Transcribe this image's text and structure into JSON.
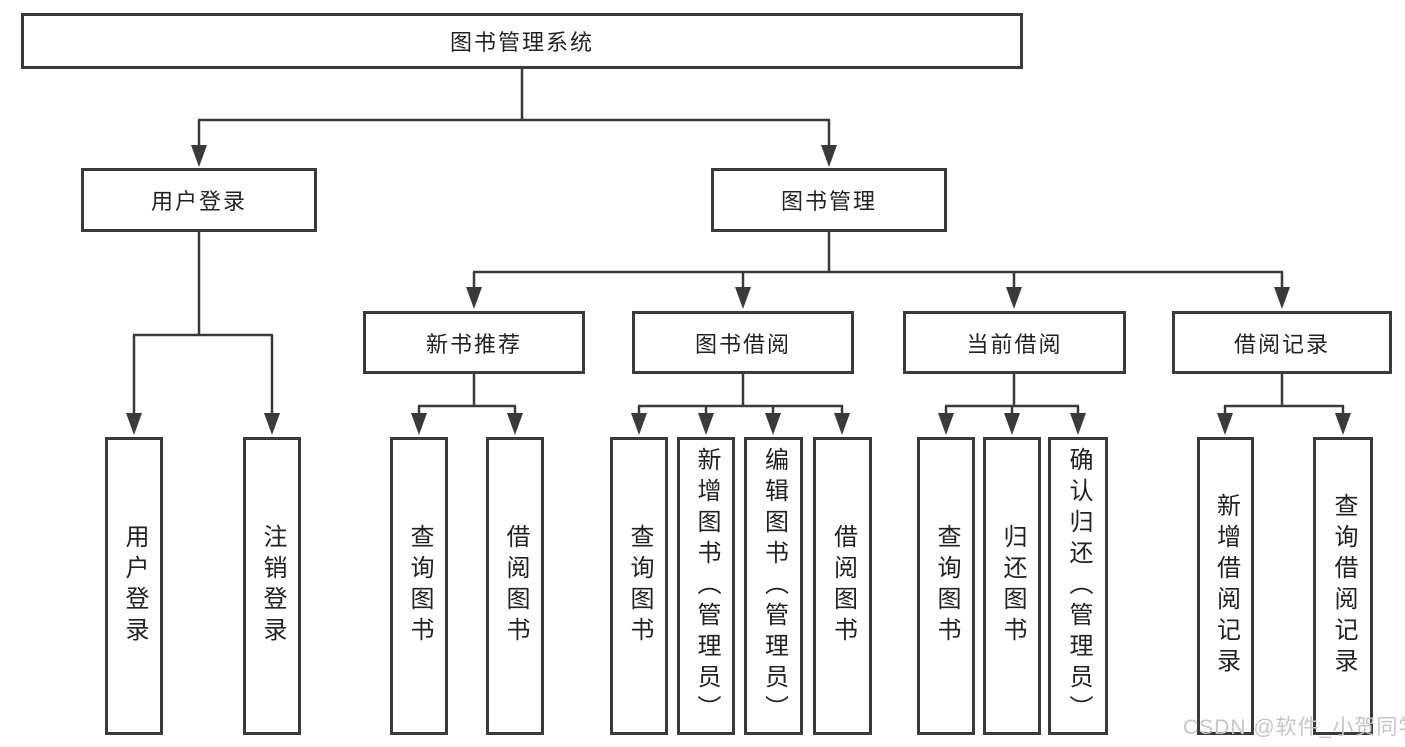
{
  "diagram": {
    "root": {
      "label": "图书管理系统"
    },
    "branches": [
      {
        "label": "用户登录",
        "children": [
          {
            "label": "用户登录"
          },
          {
            "label": "注销登录"
          }
        ]
      },
      {
        "label": "图书管理",
        "children": [
          {
            "label": "新书推荐",
            "children": [
              {
                "label": "查询图书"
              },
              {
                "label": "借阅图书"
              }
            ]
          },
          {
            "label": "图书借阅",
            "children": [
              {
                "label": "查询图书"
              },
              {
                "label": "新增图书（管理员）"
              },
              {
                "label": "编辑图书（管理员）"
              },
              {
                "label": "借阅图书"
              }
            ]
          },
          {
            "label": "当前借阅",
            "children": [
              {
                "label": "查询图书"
              },
              {
                "label": "归还图书"
              },
              {
                "label": "确认归还（管理员）"
              }
            ]
          },
          {
            "label": "借阅记录",
            "children": [
              {
                "label": "新增借阅记录"
              },
              {
                "label": "查询借阅记录"
              }
            ]
          }
        ]
      }
    ],
    "watermark": "CSDN @软件_小贺同学",
    "colors": {
      "line": "#3a3a3a",
      "text": "#222222",
      "watermark": "#c6c6c6",
      "background": "#ffffff"
    }
  }
}
